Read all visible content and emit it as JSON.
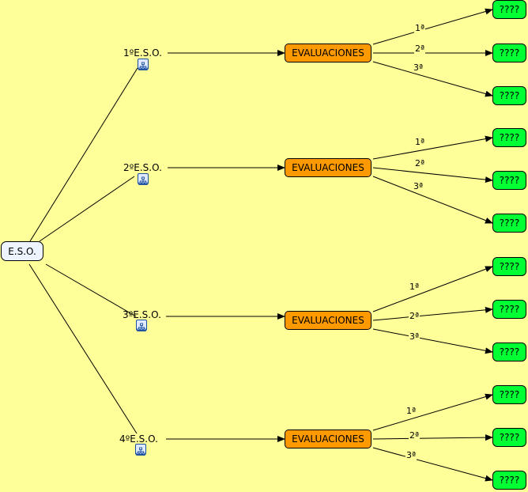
{
  "root": {
    "label": "E.S.O."
  },
  "courses": [
    {
      "label": "1ºE.S.O.",
      "evaluation": "EVALUACIONES",
      "icon": "concept-map-icon",
      "links": [
        "1ª",
        "2ª",
        "3ª"
      ],
      "results": [
        "????",
        "????",
        "????"
      ]
    },
    {
      "label": "2ºE.S.O.",
      "evaluation": "EVALUACIONES",
      "icon": "concept-map-icon",
      "links": [
        "1ª",
        "2ª",
        "3ª"
      ],
      "results": [
        "????",
        "????",
        "????"
      ]
    },
    {
      "label": "3ºE.S.O.",
      "evaluation": "EVALUACIONES",
      "icon": "concept-map-icon",
      "links": [
        "1ª",
        "2ª",
        "3ª"
      ],
      "results": [
        "????",
        "????",
        "????"
      ]
    },
    {
      "label": "4ºE.S.O.",
      "evaluation": "EVALUACIONES",
      "icon": "concept-map-icon",
      "links": [
        "1ª",
        "2ª",
        "3ª"
      ],
      "results": [
        "????",
        "????",
        "????"
      ]
    }
  ],
  "colors": {
    "background": "#ffff99",
    "root_fill": "#eef4ff",
    "evaluation_fill": "#ff9900",
    "result_fill": "#00ff33",
    "line": "#000000"
  }
}
